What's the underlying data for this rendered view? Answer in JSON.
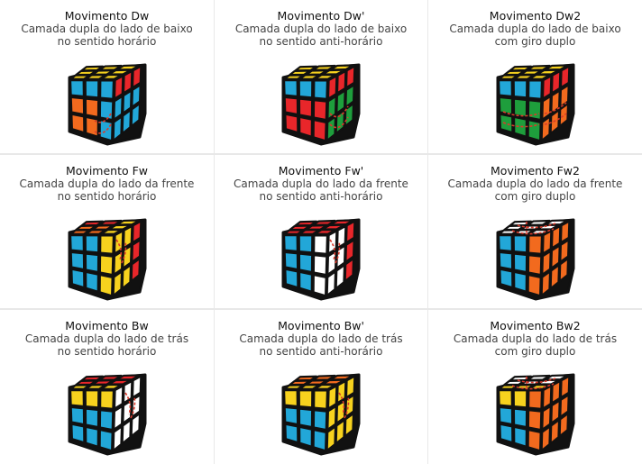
{
  "cells": [
    {
      "title": "Movimento Dw",
      "line1": "Camada dupla do lado de baixo",
      "line2": "no sentido horário",
      "top": "#F7D21E",
      "front": [
        "#22A7D8",
        "#22A7D8",
        "#22A7D8",
        "#F26A1E",
        "#F26A1E",
        "#22A7D8",
        "#F26A1E",
        "#F26A1E",
        "#22A7D8"
      ],
      "side": [
        "#E8262A",
        "#E8262A",
        "#E8262A",
        "#22A7D8",
        "#22A7D8",
        "#22A7D8",
        "#22A7D8",
        "#22A7D8",
        "#22A7D8"
      ],
      "topc": [
        "#F7D21E",
        "#F7D21E",
        "#F7D21E",
        "#F7D21E",
        "#F7D21E",
        "#F7D21E",
        "#F7D21E",
        "#F7D21E",
        "#F7D21E"
      ],
      "arrow": "front"
    },
    {
      "title": "Movimento Dw'",
      "line1": "Camada dupla do lado de baixo",
      "line2": "no sentido anti-horário",
      "front": [
        "#22A7D8",
        "#22A7D8",
        "#22A7D8",
        "#E8262A",
        "#E8262A",
        "#E8262A",
        "#E8262A",
        "#E8262A",
        "#E8262A"
      ],
      "side": [
        "#E8262A",
        "#E8262A",
        "#E8262A",
        "#1E9E3C",
        "#1E9E3C",
        "#1E9E3C",
        "#1E9E3C",
        "#1E9E3C",
        "#1E9E3C"
      ],
      "topc": [
        "#F7D21E",
        "#F7D21E",
        "#F7D21E",
        "#F7D21E",
        "#F7D21E",
        "#F7D21E",
        "#F7D21E",
        "#F7D21E",
        "#F7D21E"
      ],
      "arrow": "side"
    },
    {
      "title": "Movimento Dw2",
      "line1": "Camada dupla do lado de baixo",
      "line2": "com giro duplo",
      "front": [
        "#22A7D8",
        "#22A7D8",
        "#22A7D8",
        "#1E9E3C",
        "#1E9E3C",
        "#1E9E3C",
        "#1E9E3C",
        "#1E9E3C",
        "#1E9E3C"
      ],
      "side": [
        "#E8262A",
        "#E8262A",
        "#E8262A",
        "#F26A1E",
        "#F26A1E",
        "#F26A1E",
        "#F26A1E",
        "#F26A1E",
        "#F26A1E"
      ],
      "topc": [
        "#F7D21E",
        "#F7D21E",
        "#F7D21E",
        "#F7D21E",
        "#F7D21E",
        "#F7D21E",
        "#F7D21E",
        "#F7D21E",
        "#F7D21E"
      ],
      "arrow": "double-front"
    },
    {
      "title": "Movimento Fw",
      "line1": "Camada dupla do lado da frente",
      "line2": "no sentido horário",
      "front": [
        "#22A7D8",
        "#22A7D8",
        "#F7D21E",
        "#22A7D8",
        "#22A7D8",
        "#F7D21E",
        "#22A7D8",
        "#22A7D8",
        "#F7D21E"
      ],
      "side": [
        "#F7D21E",
        "#F7D21E",
        "#E8262A",
        "#F7D21E",
        "#F7D21E",
        "#E8262A",
        "#F7D21E",
        "#F7D21E",
        "#E8262A"
      ],
      "topc": [
        "#E8262A",
        "#E8262A",
        "#F7D21E",
        "#F26A1E",
        "#F26A1E",
        "#F7D21E",
        "#F26A1E",
        "#F26A1E",
        "#F7D21E"
      ],
      "arrow": "front-col"
    },
    {
      "title": "Movimento Fw'",
      "line1": "Camada dupla do lado da frente",
      "line2": "no sentido anti-horário",
      "front": [
        "#22A7D8",
        "#22A7D8",
        "#FFFFFF",
        "#22A7D8",
        "#22A7D8",
        "#FFFFFF",
        "#22A7D8",
        "#22A7D8",
        "#FFFFFF"
      ],
      "side": [
        "#FFFFFF",
        "#FFFFFF",
        "#E8262A",
        "#FFFFFF",
        "#FFFFFF",
        "#E8262A",
        "#FFFFFF",
        "#FFFFFF",
        "#E8262A"
      ],
      "topc": [
        "#E8262A",
        "#E8262A",
        "#E8262A",
        "#E8262A",
        "#E8262A",
        "#E8262A",
        "#E8262A",
        "#E8262A",
        "#E8262A"
      ],
      "arrow": "front-col"
    },
    {
      "title": "Movimento Fw2",
      "line1": "Camada dupla do lado da frente",
      "line2": "com giro duplo",
      "front": [
        "#22A7D8",
        "#22A7D8",
        "#F26A1E",
        "#22A7D8",
        "#22A7D8",
        "#F26A1E",
        "#22A7D8",
        "#22A7D8",
        "#F26A1E"
      ],
      "side": [
        "#F26A1E",
        "#F26A1E",
        "#F26A1E",
        "#F26A1E",
        "#F26A1E",
        "#F26A1E",
        "#F26A1E",
        "#F26A1E",
        "#F26A1E"
      ],
      "topc": [
        "#FFFFFF",
        "#FFFFFF",
        "#FFFFFF",
        "#FFFFFF",
        "#FFFFFF",
        "#FFFFFF",
        "#FFFFFF",
        "#FFFFFF",
        "#FFFFFF"
      ],
      "arrow": "top-double"
    },
    {
      "title": "Movimento Bw",
      "line1": "Camada dupla do lado de trás",
      "line2": "no sentido horário",
      "front": [
        "#F7D21E",
        "#F7D21E",
        "#F7D21E",
        "#22A7D8",
        "#22A7D8",
        "#22A7D8",
        "#22A7D8",
        "#22A7D8",
        "#22A7D8"
      ],
      "side": [
        "#FFFFFF",
        "#FFFFFF",
        "#FFFFFF",
        "#FFFFFF",
        "#FFFFFF",
        "#FFFFFF",
        "#FFFFFF",
        "#FFFFFF",
        "#FFFFFF"
      ],
      "topc": [
        "#E8262A",
        "#E8262A",
        "#E8262A",
        "#E8262A",
        "#E8262A",
        "#E8262A",
        "#F7D21E",
        "#F7D21E",
        "#F7D21E"
      ],
      "arrow": "side-col"
    },
    {
      "title": "Movimento Bw'",
      "line1": "Camada dupla do lado de trás",
      "line2": "no sentido anti-horário",
      "front": [
        "#F7D21E",
        "#F7D21E",
        "#F7D21E",
        "#22A7D8",
        "#22A7D8",
        "#22A7D8",
        "#22A7D8",
        "#22A7D8",
        "#22A7D8"
      ],
      "side": [
        "#F7D21E",
        "#F7D21E",
        "#F7D21E",
        "#F7D21E",
        "#F7D21E",
        "#F7D21E",
        "#F7D21E",
        "#F7D21E",
        "#F7D21E"
      ],
      "topc": [
        "#F26A1E",
        "#F26A1E",
        "#F26A1E",
        "#F26A1E",
        "#F26A1E",
        "#F26A1E",
        "#F7D21E",
        "#F7D21E",
        "#F7D21E"
      ],
      "arrow": "side-col"
    },
    {
      "title": "Movimento Bw2",
      "line1": "Camada dupla do lado de trás",
      "line2": "com giro duplo",
      "front": [
        "#F7D21E",
        "#F7D21E",
        "#F26A1E",
        "#22A7D8",
        "#22A7D8",
        "#F26A1E",
        "#22A7D8",
        "#22A7D8",
        "#F26A1E"
      ],
      "side": [
        "#F26A1E",
        "#F26A1E",
        "#F26A1E",
        "#F26A1E",
        "#F26A1E",
        "#F26A1E",
        "#F26A1E",
        "#F26A1E",
        "#F26A1E"
      ],
      "topc": [
        "#FFFFFF",
        "#FFFFFF",
        "#FFFFFF",
        "#FFFFFF",
        "#FFFFFF",
        "#FFFFFF",
        "#F7D21E",
        "#F7D21E",
        "#F7D21E"
      ],
      "arrow": "top-double"
    }
  ]
}
